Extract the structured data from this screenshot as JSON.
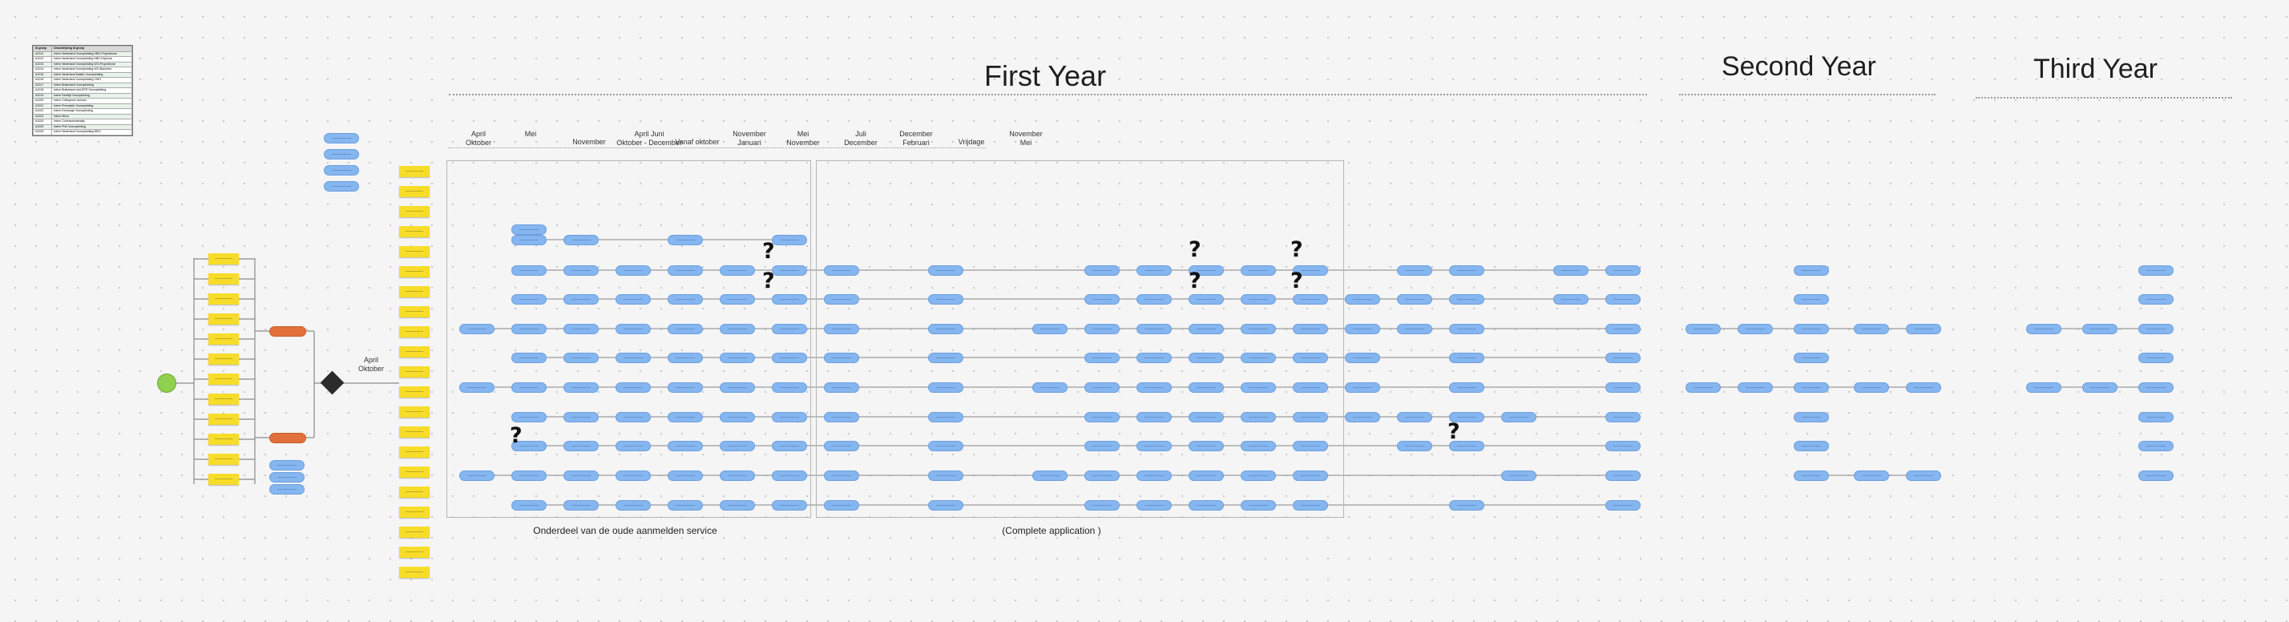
{
  "titles": {
    "first_year": "First Year",
    "second_year": "Second Year",
    "third_year": "Third Year"
  },
  "month_labels": [
    "April\nOktober",
    "Mei",
    "November",
    "April   Juni\nOktober - December",
    "Vanaf oktober",
    "November\nJanuari",
    "Mei\nNovember",
    "Juli\nDecember",
    "December\nFebruari",
    "Vrijdage",
    "November\nMei"
  ],
  "decision_label": "April\nOktober",
  "captions": {
    "old_service": "Onderdeel van de oude aanmelden service",
    "complete_app": "(Complete application )"
  },
  "colors": {
    "pill": "#86b6ef",
    "sticky": "#f7dc2a",
    "orange": "#e2703a",
    "start": "#8fd14f",
    "decision": "#2b2b2b"
  },
  "legend": {
    "headers": [
      "Id groep",
      "Omschrijving Id groep"
    ],
    "rows": [
      [
        "A1011",
        "Intern Nederland Vooropleiding HBO-Propedeuse"
      ],
      [
        "A1012",
        "Intern Nederland Vooropleiding HBO-Diploma"
      ],
      [
        "A1013",
        "Intern Nederland Vooropleiding WO-Propedeuse"
      ],
      [
        "A1014",
        "Intern Nederland Vooropleiding WO-Bachelor"
      ],
      [
        "A1015",
        "Intern Nederland Master Vooropleiding"
      ],
      [
        "A1016",
        "Intern Nederland Vooropleiding VWO"
      ],
      [
        "A1017",
        "Intern Buitenland Vooropleiding"
      ],
      [
        "A1018",
        "Intern Buitenland niet-EER Vooropleiding"
      ],
      [
        "A1019",
        "Intern Deeltijd Vooropleiding"
      ],
      [
        "A1020",
        "Intern Colloquium doctum"
      ],
      [
        "A1021",
        "Intern Premaster Vooropleiding"
      ],
      [
        "A1022",
        "Intern Exchange Vooropleiding"
      ],
      [
        "A1023",
        "Intern Minor"
      ],
      [
        "A1024",
        "Intern Contractonderwijs"
      ],
      [
        "A1025",
        "Intern PhD Vooropleiding"
      ],
      [
        "A1026",
        "Intern Nederland Vooropleiding MBO"
      ]
    ]
  },
  "icons": {
    "question": "?"
  }
}
